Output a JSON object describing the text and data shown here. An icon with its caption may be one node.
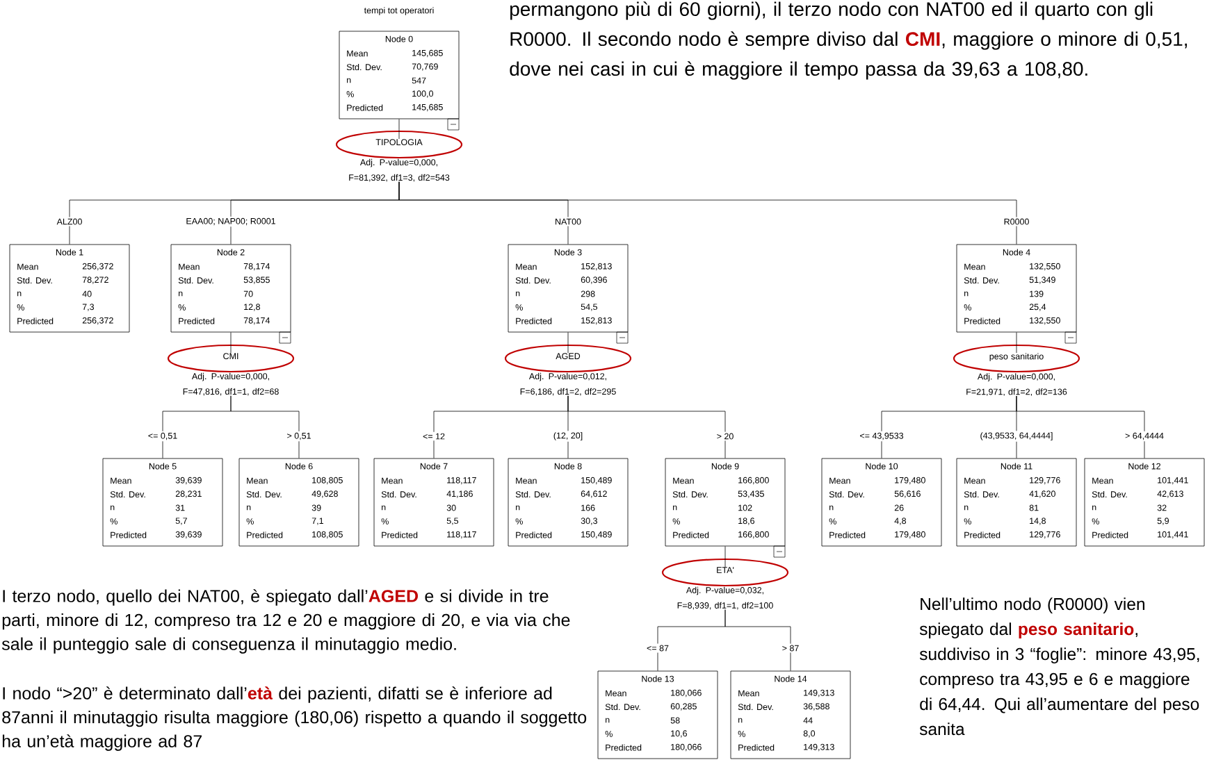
{
  "diagram": {
    "title": "tempi tot operatori",
    "nodes": [
      {
        "text": [
          "Node 0",
          "Mean",
          "145,685",
          "Std. Dev.",
          "70,769",
          "n",
          "547",
          "%",
          "100,0",
          "Predicted",
          "145,685"
        ]
      },
      {
        "text": [
          "Node 1",
          "Mean",
          "256,372",
          "Std. Dev.",
          "78,272",
          "n",
          "40",
          "%",
          "7,3",
          "Predicted",
          "256,372"
        ]
      },
      {
        "text": [
          "Node 2",
          "Mean",
          "78,174",
          "Std. Dev.",
          "53,855",
          "n",
          "70",
          "%",
          "12,8",
          "Predicted",
          "78,174"
        ]
      },
      {
        "text": [
          "Node 3",
          "Mean",
          "152,813",
          "Std. Dev.",
          "60,396",
          "n",
          "298",
          "%",
          "54,5",
          "Predicted",
          "152,813"
        ]
      },
      {
        "text": [
          "Node 4",
          "Mean",
          "132,550",
          "Std. Dev.",
          "51,349",
          "n",
          "139",
          "%",
          "25,4",
          "Predicted",
          "132,550"
        ]
      },
      {
        "text": [
          "Node 5",
          "Mean",
          "39,639",
          "Std. Dev.",
          "28,231",
          "n",
          "31",
          "%",
          "5,7",
          "Predicted",
          "39,639"
        ]
      },
      {
        "text": [
          "Node 6",
          "Mean",
          "108,805",
          "Std. Dev.",
          "49,628",
          "n",
          "39",
          "%",
          "7,1",
          "Predicted",
          "108,805"
        ]
      },
      {
        "text": [
          "Node 7",
          "Mean",
          "118,117",
          "Std. Dev.",
          "41,186",
          "n",
          "30",
          "%",
          "5,5",
          "Predicted",
          "118,117"
        ]
      },
      {
        "text": [
          "Node 8",
          "Mean",
          "150,489",
          "Std. Dev.",
          "64,612",
          "n",
          "166",
          "%",
          "30,3",
          "Predicted",
          "150,489"
        ]
      },
      {
        "text": [
          "Node 9",
          "Mean",
          "166,800",
          "Std. Dev.",
          "53,435",
          "n",
          "102",
          "%",
          "18,6",
          "Predicted",
          "166,800"
        ]
      },
      {
        "text": [
          "Node 10",
          "Mean",
          "179,480",
          "Std. Dev.",
          "56,616",
          "n",
          "26",
          "%",
          "4,8",
          "Predicted",
          "179,480"
        ]
      },
      {
        "text": [
          "Node 11",
          "Mean",
          "129,776",
          "Std. Dev.",
          "41,620",
          "n",
          "81",
          "%",
          "14,8",
          "Predicted",
          "129,776"
        ]
      },
      {
        "text": [
          "Node 12",
          "Mean",
          "101,441",
          "Std. Dev.",
          "42,613",
          "n",
          "32",
          "%",
          "5,9",
          "Predicted",
          "101,441"
        ]
      },
      {
        "text": [
          "Node 13",
          "Mean",
          "180,066",
          "Std. Dev.",
          "60,285",
          "n",
          "58",
          "%",
          "10,6",
          "Predicted",
          "180,066"
        ]
      },
      {
        "text": [
          "Node 14",
          "Mean",
          "149,313",
          "Std. Dev.",
          "36,588",
          "n",
          "44",
          "%",
          "8,0",
          "Predicted",
          "149,313"
        ]
      },
      {
        "text": [
          "TIPOLOGIA",
          "Adj. P-value=0,000, F=81,392, df1=3, df2=543"
        ]
      },
      {
        "text": [
          "CMI",
          "Adj. P-value=0,000, F=47,816, df1=1, df2=68"
        ]
      },
      {
        "text": [
          "AGED",
          "Adj. P-value=0,012, F=6,186, df1=2, df2=295"
        ]
      },
      {
        "text": [
          "peso sanitario",
          "Adj. P-value=0,000, F=21,971, df1=2, df2=136"
        ]
      },
      {
        "text": [
          "ETA'",
          "Adj. P-value=0,032, F=8,939, df1=1, df2=100"
        ]
      }
    ],
    "edges": [
      {
        "from": 0,
        "to": 15,
        "arrow": "none"
      },
      {
        "from": 15,
        "to": 1,
        "arrow": "none",
        "label": "ALZ00"
      },
      {
        "from": 15,
        "to": 2,
        "arrow": "none",
        "label": "EAA00; NAP00; R0001"
      },
      {
        "from": 15,
        "to": 3,
        "arrow": "none",
        "label": "NAT00"
      },
      {
        "from": 15,
        "to": 4,
        "arrow": "none",
        "label": "R0000"
      },
      {
        "from": 2,
        "to": 16,
        "arrow": "none"
      },
      {
        "from": 16,
        "to": 5,
        "arrow": "none",
        "label": "<= 0,51"
      },
      {
        "from": 16,
        "to": 6,
        "arrow": "none",
        "label": "> 0,51"
      },
      {
        "from": 3,
        "to": 17,
        "arrow": "none"
      },
      {
        "from": 17,
        "to": 7,
        "arrow": "none",
        "label": "<= 12"
      },
      {
        "from": 17,
        "to": 8,
        "arrow": "none",
        "label": "(12, 20]"
      },
      {
        "from": 17,
        "to": 9,
        "arrow": "none",
        "label": "> 20"
      },
      {
        "from": 4,
        "to": 18,
        "arrow": "none"
      },
      {
        "from": 18,
        "to": 10,
        "arrow": "none",
        "label": "<= 43,9533"
      },
      {
        "from": 18,
        "to": 11,
        "arrow": "none",
        "label": "(43,9533, 64,4444]"
      },
      {
        "from": 18,
        "to": 12,
        "arrow": "none",
        "label": "> 64,4444"
      },
      {
        "from": 9,
        "to": 19,
        "arrow": "none"
      },
      {
        "from": 19,
        "to": 13,
        "arrow": "none",
        "label": "<= 87"
      },
      {
        "from": 19,
        "to": 14,
        "arrow": "none",
        "label": "> 87"
      }
    ],
    "labels": [
      "permangono più di 60 giorni), il terzo nodo con NAT00 ed il quarto con gli R0000. Il secondo nodo è sempre diviso dal **CMI**, maggiore o minore di 0,51, dove nei casi in cui è maggiore il tempo passa da 39,63 a 108,80.",
      "I terzo nodo, quello dei NAT00, è spiegato dall’**AGED** e si divide in tre parti, minore di 12, compreso tra 12 e 20 e maggiore di 20, e via via che sale il punteggio sale di conseguenza il minutaggio medio.",
      "I nodo “>20” è determinato dall’**età** dei pazienti, difatti se è inferiore ad 87anni il minutaggio risulta maggiore (180,06) rispetto a quando il soggetto ha un’età maggiore ad 87",
      "Nell’ultimo nodo (R0000) vien spiegato dal **peso sanitario**, suddiviso in 3 “foglie”: minore 43,95, compreso tra 43,95 e 6 e maggiore di 64,44. Qui all’aumentare del peso sanita"
    ]
  }
}
